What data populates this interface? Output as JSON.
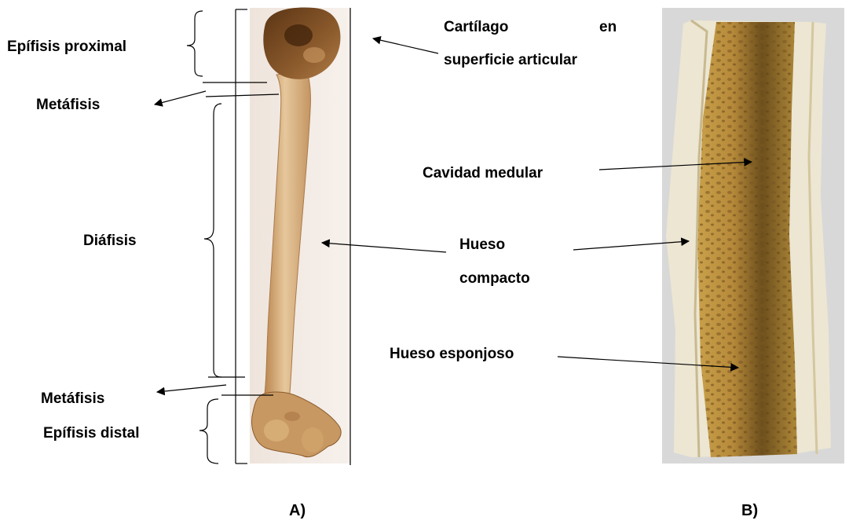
{
  "panels": [
    {
      "id": "A",
      "caption": "A)",
      "subject": "humerus-bone",
      "labels": {
        "epifisis_proximal": "Epífisis proximal",
        "metafisis_top": "Metáfisis",
        "diafisis": "Diáfisis",
        "metafisis_bottom": "Metáfisis",
        "epifisis_distal": "Epífisis distal",
        "cartilago_line1": "Cartílago",
        "cartilago_line1_end": "en",
        "cartilago_line2": "superficie articular",
        "hueso_line1": "Hueso",
        "hueso_line2": "compacto"
      }
    },
    {
      "id": "B",
      "caption": "B)",
      "subject": "bone-longitudinal-section",
      "labels": {
        "cavidad_medular": "Cavidad medular",
        "hueso_esponjoso": "Hueso esponjoso"
      }
    }
  ],
  "colors": {
    "text": "#000000",
    "bone_light": "#e3c49a",
    "bone_dark": "#9a6a3c",
    "compact_bone": "#ece6d3",
    "marrow": "#8f6a2a"
  }
}
